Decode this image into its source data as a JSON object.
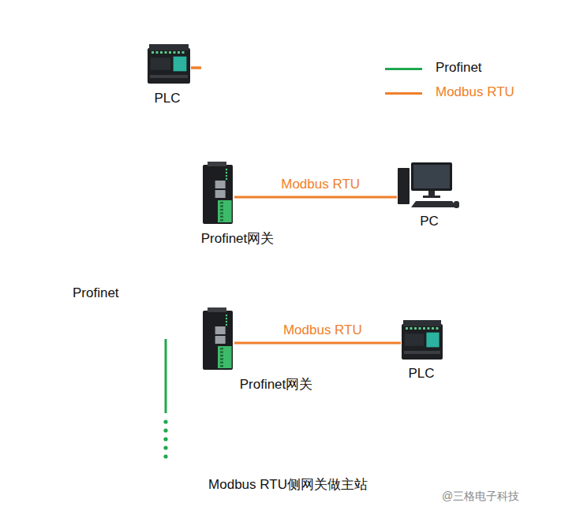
{
  "diagram": {
    "caption": "Modbus RTU侧网关做主站",
    "nodes": [
      {
        "text": [
          "PLC"
        ]
      },
      {
        "text": [
          "Profinet网关"
        ]
      },
      {
        "text": [
          "PC"
        ]
      },
      {
        "text": [
          "Profinet网关"
        ]
      },
      {
        "text": [
          "PLC"
        ]
      }
    ],
    "edges": [
      {
        "from": 0,
        "to": 1,
        "arrow": "none"
      },
      {
        "from": 0,
        "to": 3,
        "arrow": "none"
      },
      {
        "from": 1,
        "to": 2,
        "label": "Modbus RTU",
        "arrow": "none"
      },
      {
        "from": 3,
        "to": 4,
        "label": "Modbus RTU",
        "arrow": "none"
      }
    ],
    "labels": [
      "Profinet",
      "@三格电子科技"
    ],
    "legend": [
      {
        "text": "Profinet",
        "color": "#1fa84f"
      },
      {
        "text": "Modbus RTU",
        "color": "#f07f2a"
      }
    ]
  }
}
